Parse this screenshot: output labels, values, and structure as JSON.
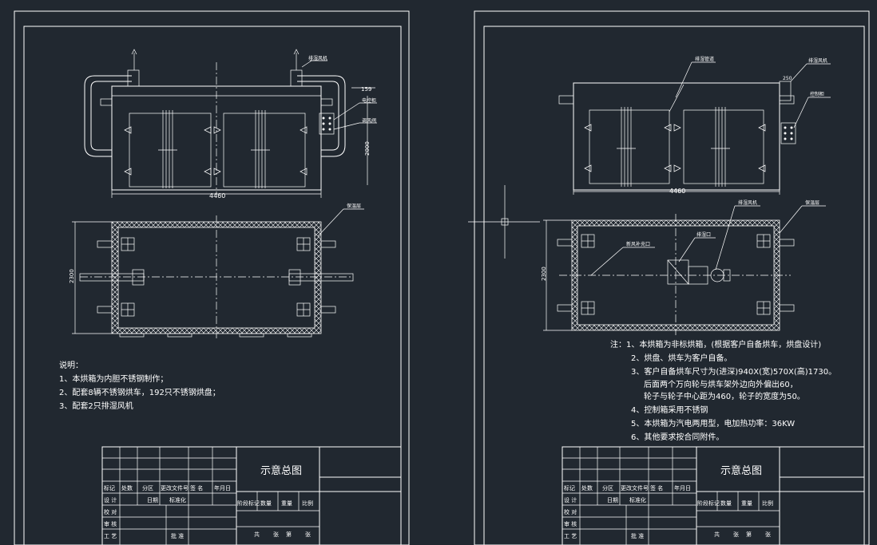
{
  "left_sheet": {
    "dims": {
      "width_top": "4460",
      "height": "2000",
      "small": "159",
      "side": "2300"
    },
    "callouts": {
      "fan": "排湿风机",
      "box": "电控柜",
      "door": "调风阀",
      "insulation": "保温层"
    },
    "notes": {
      "title": "说明：",
      "items": [
        "1、本烘箱为内胆不锈钢制作；",
        "2、配套8辆不锈钢烘车，192只不锈钢烘盘；",
        "3、配套2只排湿风机"
      ]
    },
    "title_block": {
      "drawing_title": "示意总图",
      "header_row": [
        "标记",
        "处数",
        "分区",
        "更改文件号",
        "签 名",
        "年月日"
      ],
      "rows": [
        [
          "设 计",
          "日期",
          "标准化"
        ],
        [
          "校 对"
        ],
        [
          "审 核"
        ],
        [
          "工 艺",
          "批 准"
        ]
      ],
      "stage_row": [
        "阶段标记",
        "数量",
        "重量",
        "比例"
      ],
      "sheet_row": [
        "共",
        "张",
        "第",
        "张"
      ]
    }
  },
  "right_sheet": {
    "dims": {
      "width_top": "4460",
      "side": "2300",
      "small": "250"
    },
    "callouts": {
      "top_fan": "排湿风机",
      "top_pipe": "排湿管道",
      "ctrl": "控制柜",
      "insulation": "保温层",
      "fresh_air": "新风补充口",
      "exhaust": "排湿口"
    },
    "notes": [
      "注：1、本烘箱为非标烘箱，(根据客户自备烘车，烘盘设计)",
      "2、烘盘、烘车为客户自备。",
      "3、客户自备烘车尺寸为(进深)940X(宽)570X(高)1730。",
      "后面两个万向轮与烘车架外边向外偏出60，",
      "轮子与轮子中心距为460，轮子的宽度为50。",
      "4、控制箱采用不锈钢",
      "5、本烘箱为汽电两用型，电加热功率：36KW",
      "6、其他要求按合同附件。"
    ],
    "title_block": {
      "drawing_title": "示意总图",
      "header_row": [
        "标记",
        "处数",
        "分区",
        "更改文件号",
        "签 名",
        "年月日"
      ],
      "rows": [
        [
          "设 计",
          "日期",
          "标准化"
        ],
        [
          "校 对"
        ],
        [
          "审 核"
        ],
        [
          "工 艺",
          "批 准"
        ]
      ],
      "stage_row": [
        "阶段标记",
        "数量",
        "重量",
        "比例"
      ],
      "sheet_row": [
        "共",
        "张",
        "第",
        "张"
      ]
    }
  }
}
